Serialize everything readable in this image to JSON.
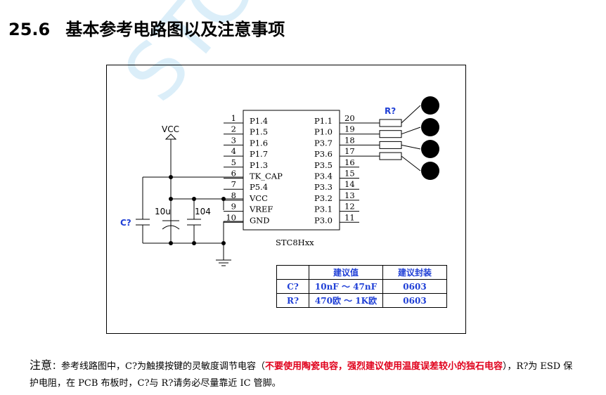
{
  "section": {
    "number": "25.6",
    "title": "基本参考电路图以及注意事项"
  },
  "watermark": "STC MCU",
  "chip": {
    "name": "STC8Hxx",
    "left_pins": [
      {
        "num": "1",
        "label": "P1.4"
      },
      {
        "num": "2",
        "label": "P1.5"
      },
      {
        "num": "3",
        "label": "P1.6"
      },
      {
        "num": "4",
        "label": "P1.7"
      },
      {
        "num": "5",
        "label": "P1.3"
      },
      {
        "num": "6",
        "label": "TK_CAP"
      },
      {
        "num": "7",
        "label": "P5.4"
      },
      {
        "num": "8",
        "label": "VCC"
      },
      {
        "num": "9",
        "label": "VREF"
      },
      {
        "num": "10",
        "label": "GND"
      }
    ],
    "right_pins": [
      {
        "num": "20",
        "label": "P1.1"
      },
      {
        "num": "19",
        "label": "P1.0"
      },
      {
        "num": "18",
        "label": "P3.7"
      },
      {
        "num": "17",
        "label": "P3.6"
      },
      {
        "num": "16",
        "label": "P3.5"
      },
      {
        "num": "15",
        "label": "P3.4"
      },
      {
        "num": "14",
        "label": "P3.3"
      },
      {
        "num": "13",
        "label": "P3.2"
      },
      {
        "num": "12",
        "label": "P3.1"
      },
      {
        "num": "11",
        "label": "P3.0"
      }
    ]
  },
  "labels": {
    "vcc": "VCC",
    "cap_10u": "10u",
    "cap_104": "104",
    "cap_touch": "C?",
    "resistor": "R?"
  },
  "table": {
    "headers": [
      "",
      "建议值",
      "建议封装"
    ],
    "rows": [
      [
        "C?",
        "10nF ～ 47nF",
        "0603"
      ],
      [
        "R?",
        "470欧 ～ 1K欧",
        "0603"
      ]
    ]
  },
  "note": {
    "lead": "注意",
    "colon": "：",
    "text1": "参考线路图中，C?为触摸按键的灵敏度调节电容（",
    "red": "不要使用陶瓷电容，强烈建议使用温度误差较小的独石电容",
    "text2": "），R?为 ESD 保护电阻，在 PCB 布板时，C?与 R?请务必尽量靠近 IC 管脚。"
  },
  "colors": {
    "accent_blue": "#1f3fd6",
    "warning_red": "#e0001b",
    "watermark": "#cfe9f7"
  }
}
